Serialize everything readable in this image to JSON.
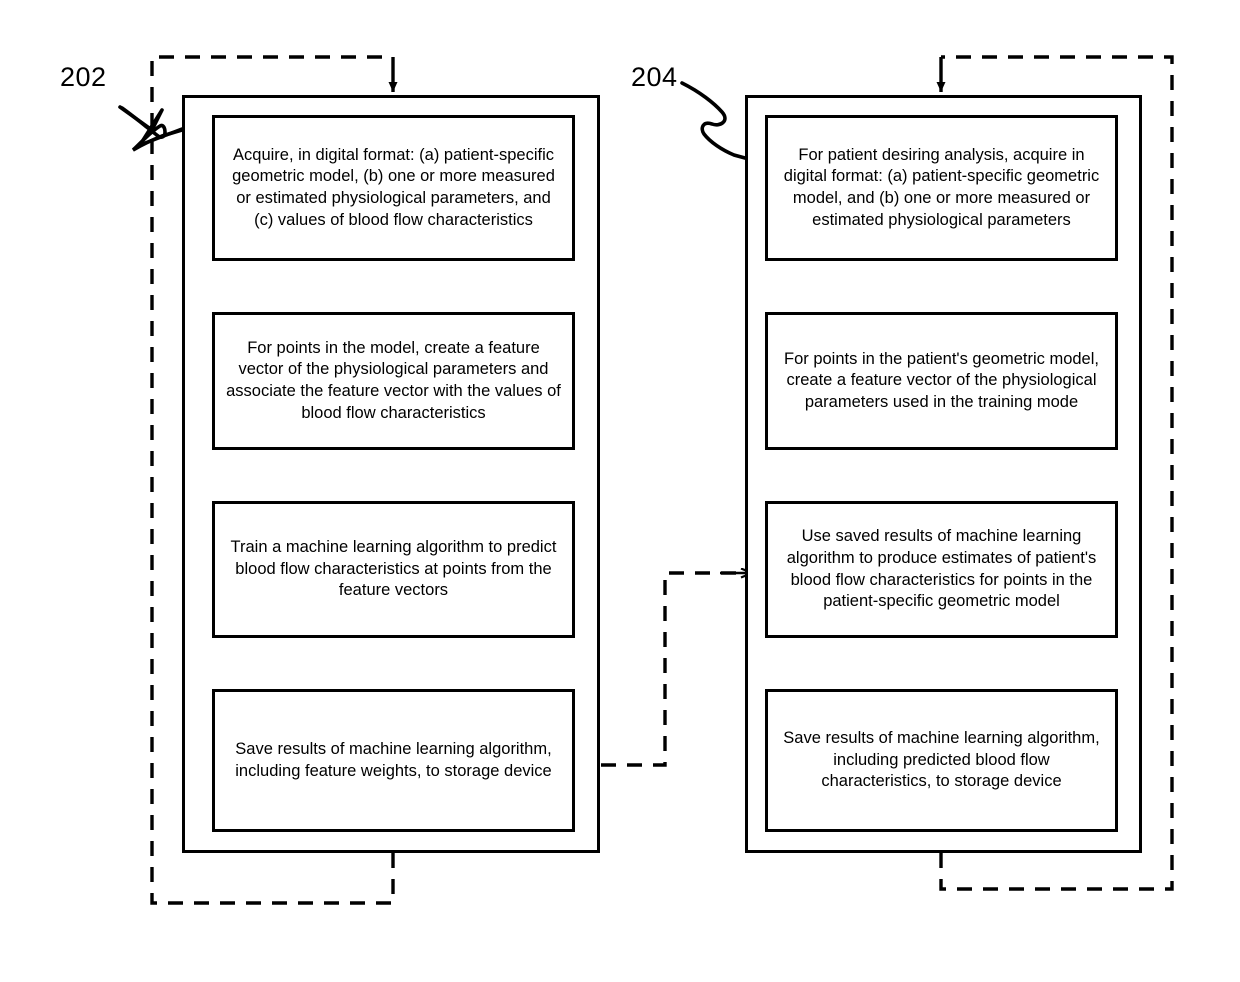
{
  "figure": {
    "type": "patent-flowchart",
    "background_color": "#ffffff",
    "stroke_color": "#000000",
    "columns": [
      {
        "id": "training-mode",
        "reference_numeral": "202",
        "steps": [
          {
            "id": "acquire-training-data",
            "text": "Acquire, in digital format: (a) patient-specific geometric model, (b) one or more measured or estimated physiological parameters, and (c) values of blood flow characteristics"
          },
          {
            "id": "create-feature-vector-training",
            "text": "For points in the model, create a feature vector of the physiological parameters and associate the feature vector with the values of blood flow characteristics"
          },
          {
            "id": "train-algorithm",
            "text": "Train a machine learning algorithm to predict blood flow characteristics at points from the feature vectors"
          },
          {
            "id": "save-feature-weights",
            "text": "Save results of machine learning algorithm, including feature weights, to storage device"
          }
        ]
      },
      {
        "id": "production-mode",
        "reference_numeral": "204",
        "steps": [
          {
            "id": "acquire-patient-data",
            "text": "For patient desiring analysis, acquire in digital format: (a) patient-specific geometric model, and (b) one or more measured or estimated physiological parameters"
          },
          {
            "id": "create-feature-vector-production",
            "text": "For points in the patient's geometric model, create a feature vector of the physiological parameters used in the training mode"
          },
          {
            "id": "use-saved-results",
            "text": "Use saved results of machine learning algorithm to produce estimates of patient's blood flow characteristics for points in the patient-specific geometric model"
          },
          {
            "id": "save-predicted-characteristics",
            "text": "Save results of machine learning algorithm, including predicted blood flow characteristics, to storage device"
          }
        ]
      }
    ],
    "connectors": {
      "solid_arrows": [
        {
          "id": "left-step1-to-step2"
        },
        {
          "id": "left-step2-to-step3"
        },
        {
          "id": "left-step3-to-step4"
        },
        {
          "id": "right-step1-to-step2"
        },
        {
          "id": "right-step2-to-step3"
        },
        {
          "id": "right-step3-to-step4"
        }
      ],
      "dashed_paths": [
        {
          "id": "left-feedback-loop"
        },
        {
          "id": "right-feedback-loop"
        },
        {
          "id": "training-to-production-link"
        }
      ]
    }
  }
}
